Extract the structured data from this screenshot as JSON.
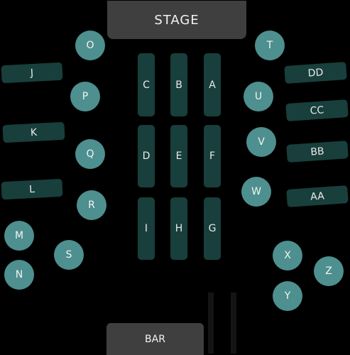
{
  "stage": {
    "label": "STAGE"
  },
  "bar": {
    "label": "BAR"
  },
  "sections": [
    {
      "id": "C",
      "label": "C"
    },
    {
      "id": "B",
      "label": "B"
    },
    {
      "id": "A",
      "label": "A"
    },
    {
      "id": "D",
      "label": "D"
    },
    {
      "id": "E",
      "label": "E"
    },
    {
      "id": "F",
      "label": "F"
    },
    {
      "id": "I",
      "label": "I"
    },
    {
      "id": "H",
      "label": "H"
    },
    {
      "id": "G",
      "label": "G"
    }
  ],
  "booths_left": [
    {
      "id": "J",
      "label": "J"
    },
    {
      "id": "K",
      "label": "K"
    },
    {
      "id": "L",
      "label": "L"
    }
  ],
  "booths_right": [
    {
      "id": "DD",
      "label": "DD"
    },
    {
      "id": "CC",
      "label": "CC"
    },
    {
      "id": "BB",
      "label": "BB"
    },
    {
      "id": "AA",
      "label": "AA"
    }
  ],
  "tables": [
    {
      "id": "O",
      "label": "O"
    },
    {
      "id": "P",
      "label": "P"
    },
    {
      "id": "Q",
      "label": "Q"
    },
    {
      "id": "R",
      "label": "R"
    },
    {
      "id": "S",
      "label": "S"
    },
    {
      "id": "M",
      "label": "M"
    },
    {
      "id": "N",
      "label": "N"
    },
    {
      "id": "T",
      "label": "T"
    },
    {
      "id": "U",
      "label": "U"
    },
    {
      "id": "V",
      "label": "V"
    },
    {
      "id": "W",
      "label": "W"
    },
    {
      "id": "X",
      "label": "X"
    },
    {
      "id": "Z",
      "label": "Z"
    },
    {
      "id": "Y",
      "label": "Y"
    }
  ],
  "colors": {
    "background": "#000000",
    "stage": "#3f3f3f",
    "section": "#183f3b",
    "table": "#4e8f8f",
    "text": "#f2f2f2"
  }
}
